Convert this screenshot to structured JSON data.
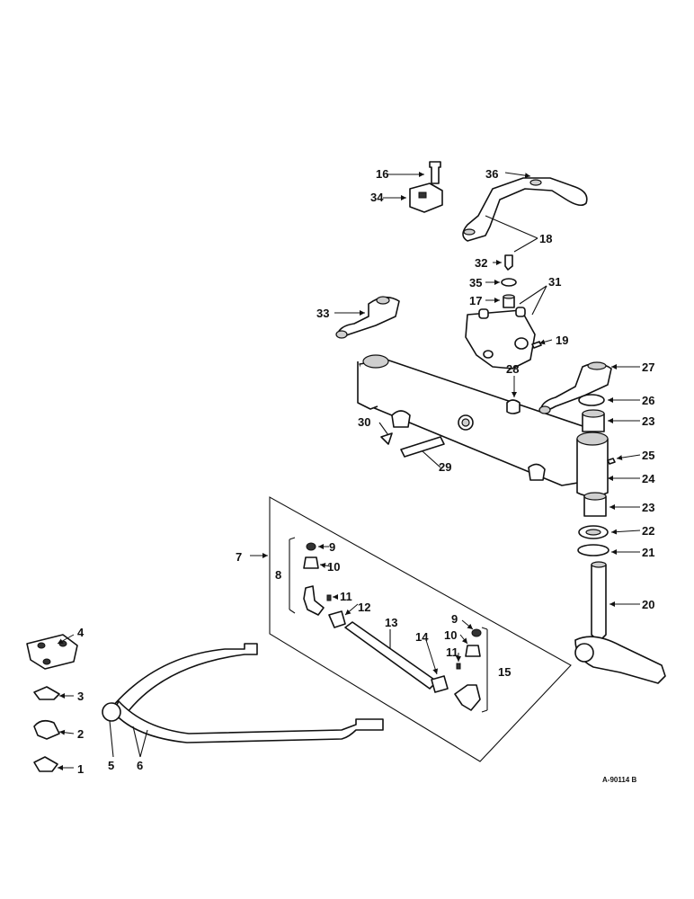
{
  "labels": [
    "1",
    "2",
    "3",
    "4",
    "5",
    "6",
    "7",
    "8",
    "9",
    "10",
    "11",
    "12",
    "13",
    "14",
    "15",
    "16",
    "17",
    "18",
    "19",
    "20",
    "21",
    "22",
    "23",
    "24",
    "25",
    "26",
    "27",
    "28",
    "29",
    "30",
    "31",
    "32",
    "33",
    "34",
    "35",
    "36"
  ],
  "drawing_code": "A-90114 B"
}
